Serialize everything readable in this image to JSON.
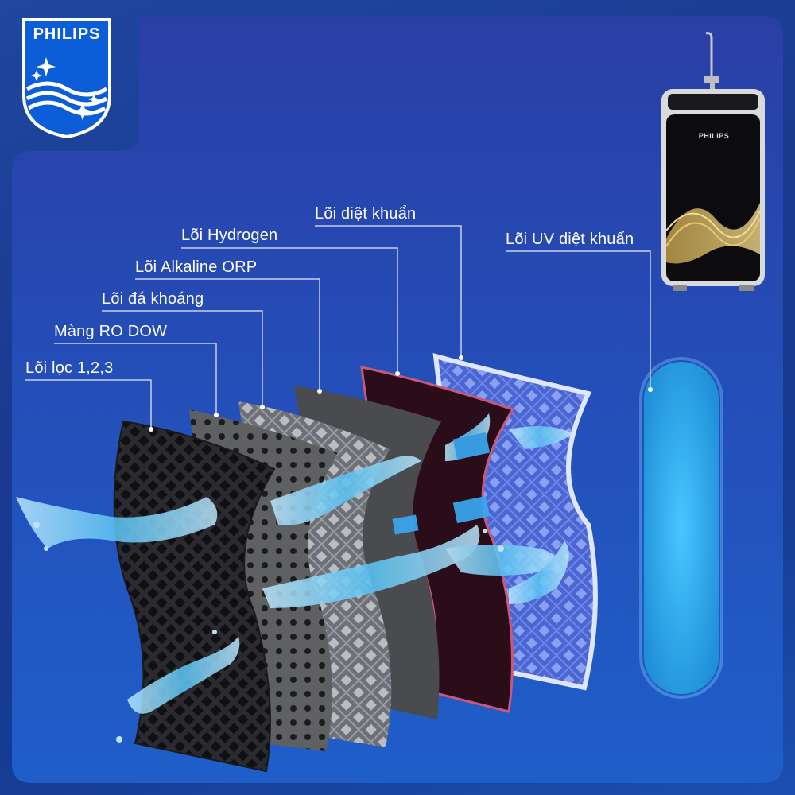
{
  "brand": {
    "logo_text": "PHILIPS",
    "product_brand_text": "PHILIPS"
  },
  "colors": {
    "background": "#1a3a8f",
    "panel": "#2a49b8",
    "uv_lamp": "#2aa6e6",
    "label_text": "#ffffff",
    "leader_line": "#c8d0e8"
  },
  "filter_labels": [
    {
      "id": "loi-loc",
      "text": "Lõi lọc 1,2,3"
    },
    {
      "id": "mang-ro",
      "text": "Màng RO DOW"
    },
    {
      "id": "da-khoang",
      "text": "Lõi đá khoáng"
    },
    {
      "id": "alkaline",
      "text": "Lõi Alkaline ORP"
    },
    {
      "id": "hydrogen",
      "text": "Lõi Hydrogen"
    },
    {
      "id": "diet-khuan",
      "text": "Lõi diệt khuẩn"
    },
    {
      "id": "uv",
      "text": "Lõi UV diệt khuẩn"
    }
  ]
}
